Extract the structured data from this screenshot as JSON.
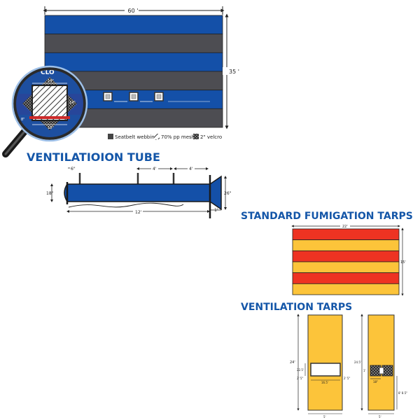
{
  "colors": {
    "blue": "#1450a8",
    "gray": "#4d4d52",
    "red": "#ee3322",
    "yellow": "#fcc43a",
    "title": "#1456a8"
  },
  "icons": [
    "magnifier-icon",
    "webbing-swatch-icon",
    "mesh-swatch-icon",
    "velcro-swatch-icon"
  ],
  "top_tarp": {
    "width_label": "60 '",
    "height_label": "35 '",
    "stripe_colors": [
      "blue",
      "gray",
      "blue",
      "gray",
      "blue",
      "gray"
    ],
    "legend": {
      "webbing": "Seatbelt webbing",
      "mesh": "70% pp mesh",
      "velcro": "2\" velcro"
    },
    "magnifier": {
      "label": "CLO",
      "dim_inner_top": "14\"",
      "dim_side": "14\"",
      "dim_bottom": "18\"",
      "dim_left": "8\""
    }
  },
  "ventilation_tube": {
    "title": "VENTILATIOION TUBE",
    "dim_6in": "6\"",
    "dim_4ft_a": "4'",
    "dim_4ft_b": "4'",
    "dim_18in": "18\"",
    "dim_26in": "26\"",
    "dim_12ft": "12'",
    "dim_1ft": "1'"
  },
  "fumigation_tarps": {
    "title": "STANDARD FUMIGATION TARPS",
    "width_label": "22'",
    "height_label": "15'",
    "stripe_colors": [
      "red",
      "yellow",
      "red",
      "yellow",
      "red",
      "yellow"
    ]
  },
  "ventilation_tarps": {
    "title": "VENTILATION TARPS",
    "left": {
      "height_label": "24'",
      "width_label": "5'",
      "opening_w": "16.5'",
      "opening_h": "22.5'",
      "left_small": "2' 5\"",
      "right_small": "2' 5\""
    },
    "right": {
      "height_label": "24.5'",
      "width_label": "5'",
      "patch_label": "18\"",
      "patch_side": "1'",
      "bottom_right": "8' 8.5\""
    }
  }
}
